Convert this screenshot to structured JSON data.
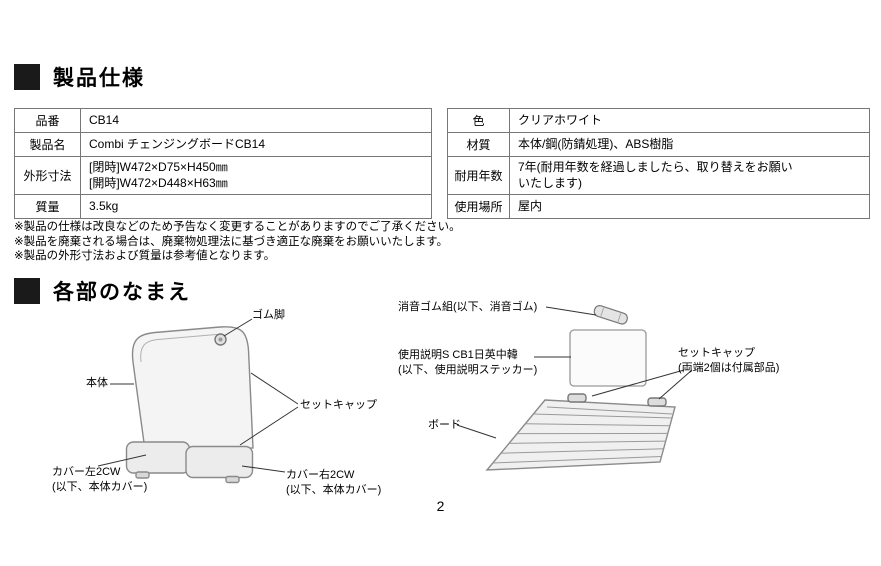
{
  "page_number": "2",
  "spec_section": {
    "title": "製品仕様",
    "left_table": {
      "rows": [
        {
          "label": "品番",
          "value": "CB14"
        },
        {
          "label": "製品名",
          "value": "Combi チェンジングボードCB14"
        },
        {
          "label": "外形寸法",
          "value": "[閉時]W472×D75×H450㎜\n[開時]W472×D448×H63㎜"
        },
        {
          "label": "質量",
          "value": "3.5kg"
        }
      ]
    },
    "right_table": {
      "rows": [
        {
          "label": "色",
          "value": "クリアホワイト"
        },
        {
          "label": "材質",
          "value": "本体/鋼(防錆処理)、ABS樹脂"
        },
        {
          "label": "耐用年数",
          "value": "7年(耐用年数を経過しましたら、取り替えをお願い\nいたします)"
        },
        {
          "label": "使用場所",
          "value": "屋内"
        }
      ]
    },
    "notes": [
      "※製品の仕様は改良などのため予告なく変更することがありますのでご了承ください。",
      "※製品を廃棄される場合は、廃棄物処理法に基づき適正な廃棄をお願いいたします。",
      "※製品の外形寸法および質量は参考値となります。"
    ]
  },
  "parts_section": {
    "title": "各部のなまえ",
    "labels": {
      "rubber_foot": "ゴム脚",
      "body": "本体",
      "set_cap": "セットキャップ",
      "cover_left": "カバー左2CW\n(以下、本体カバー)",
      "cover_right": "カバー右2CW\n(以下、本体カバー)",
      "silencer_rubber": "消音ゴム組(以下、消音ゴム)",
      "instruction_sticker": "使用説明S CB1日英中韓\n(以下、使用説明ステッカー)",
      "set_cap_right": "セットキャップ\n(両端2個は付属部品)",
      "board": "ボード"
    }
  },
  "colors": {
    "heading_square": "#1a1a1a",
    "table_border": "#777777",
    "drawing_stroke": "#8a8a8a"
  }
}
